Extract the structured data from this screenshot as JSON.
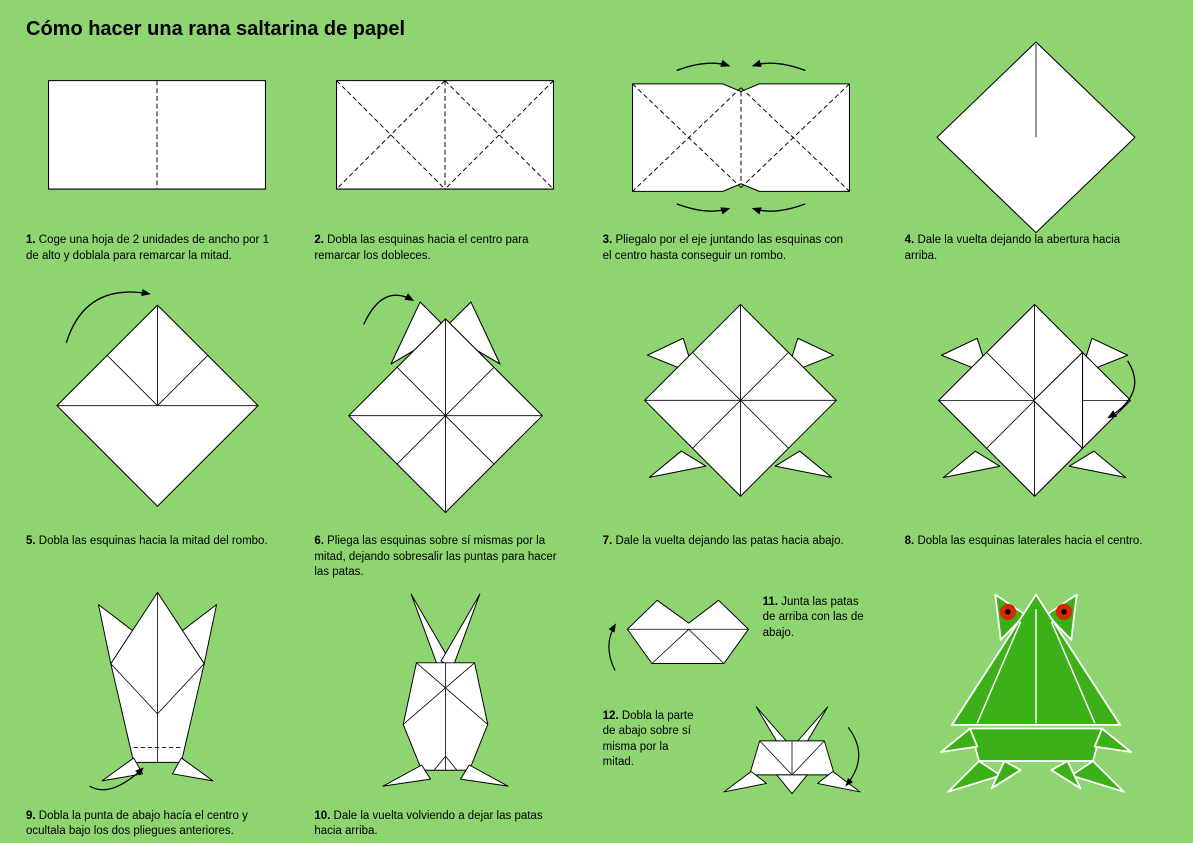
{
  "page": {
    "title": "Cómo hacer una rana saltarina de papel"
  },
  "colors": {
    "background": "#8ed471",
    "paper": "#ffffff",
    "line": "#000000",
    "frog_green": "#3cb018",
    "eye_red": "#d22b00",
    "pupil_black": "#000000"
  },
  "steps": [
    {
      "num": "1.",
      "text": "Coge una hoja de 2 unidades de ancho por 1 de alto y doblala para remarcar la mitad."
    },
    {
      "num": "2.",
      "text": "Dobla las esquinas hacia el centro para remarcar los dobleces."
    },
    {
      "num": "3.",
      "text": "Pliegalo por el eje juntando las esquinas con el centro hasta conseguir un rombo."
    },
    {
      "num": "4.",
      "text": "Dale la vuelta dejando la abertura hacia arriba."
    },
    {
      "num": "5.",
      "text": "Dobla las esquinas hacia la mitad del rombo."
    },
    {
      "num": "6.",
      "text": "Pliega las esquinas sobre sí mismas por la mitad, dejando sobresalir las puntas para hacer las patas."
    },
    {
      "num": "7.",
      "text": "Dale la vuelta dejando las patas hacia abajo."
    },
    {
      "num": "8.",
      "text": "Dobla las esquinas laterales hacia el centro."
    },
    {
      "num": "9.",
      "text": "Dobla la punta de abajo hacía el centro y ocultala bajo los dos pliegues anteriores."
    },
    {
      "num": "10.",
      "text": "Dale la vuelta volviendo a dejar las patas hacia arriba."
    },
    {
      "num": "11.",
      "text": "Junta las patas de arriba con las de abajo."
    },
    {
      "num": "12.",
      "text": "Dobla la parte de abajo sobre sí misma por la mitad."
    }
  ]
}
